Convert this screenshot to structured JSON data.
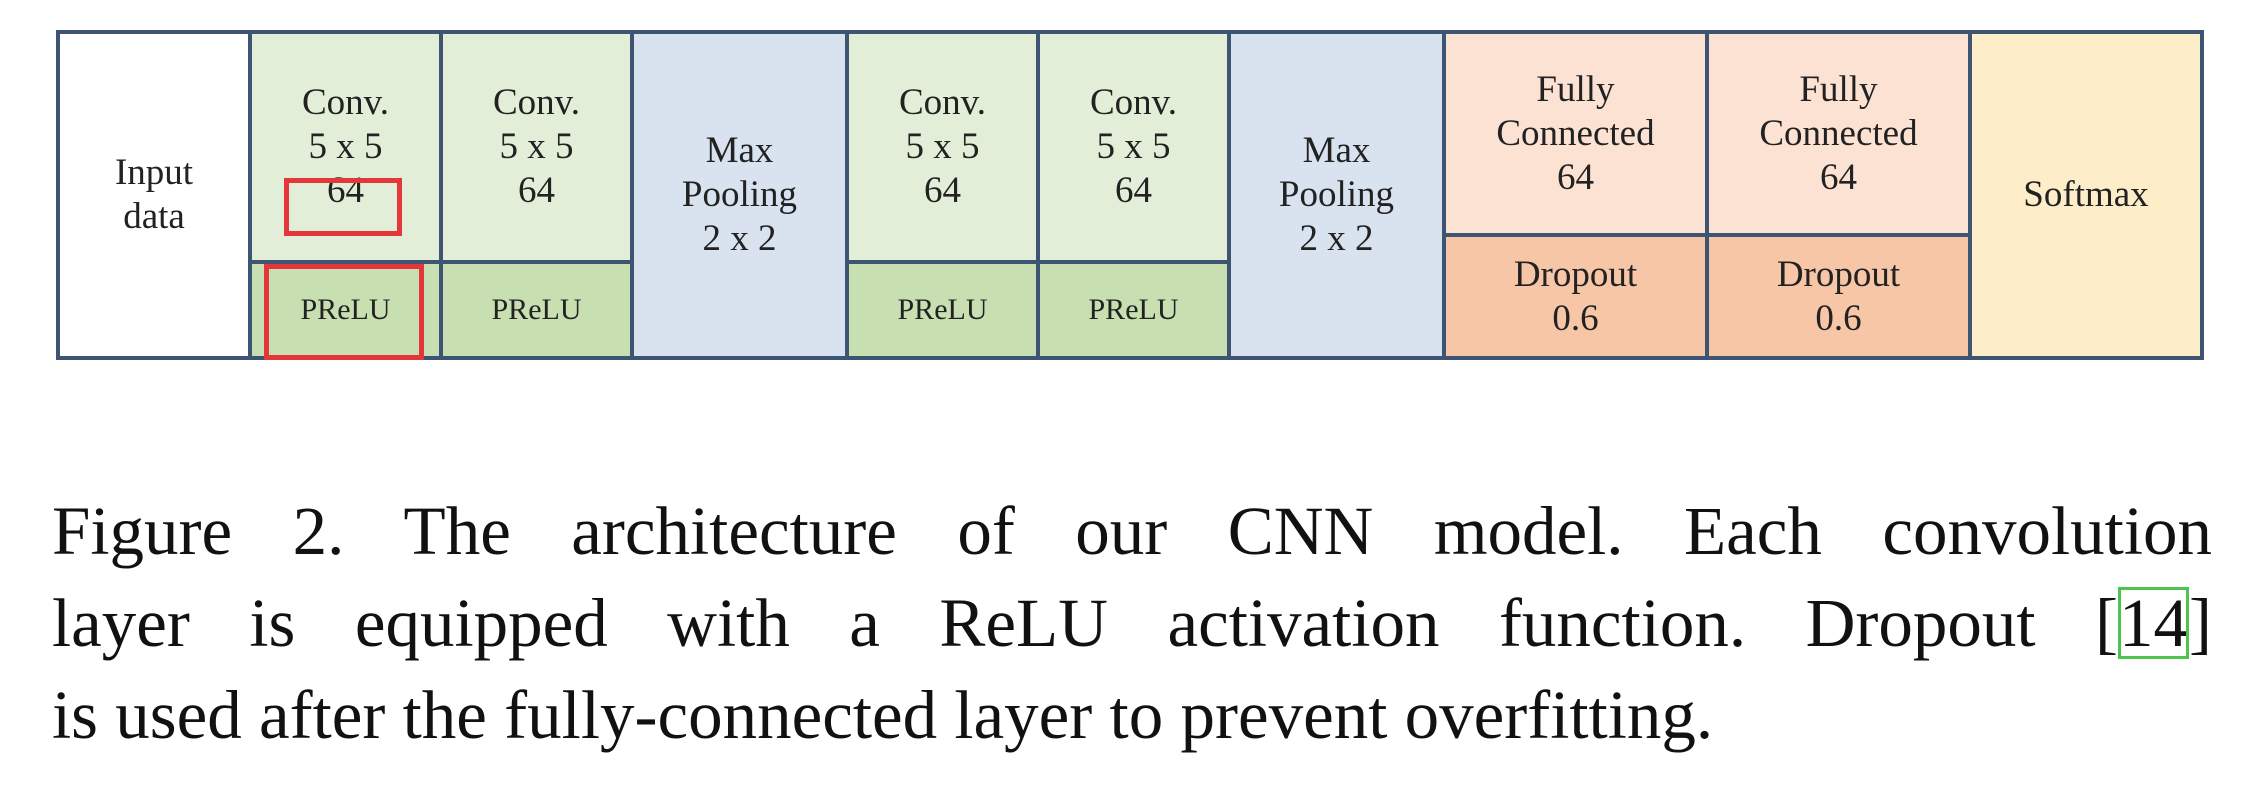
{
  "diagram": {
    "input": [
      "Input",
      "data"
    ],
    "conv1": {
      "lines": [
        "Conv.",
        "5 x 5",
        "64"
      ],
      "activation": "PReLU"
    },
    "conv2": {
      "lines": [
        "Conv.",
        "5 x 5",
        "64"
      ],
      "activation": "PReLU"
    },
    "pool1": [
      "Max",
      "Pooling",
      "2 x 2"
    ],
    "conv3": {
      "lines": [
        "Conv.",
        "5 x 5",
        "64"
      ],
      "activation": "PReLU"
    },
    "conv4": {
      "lines": [
        "Conv.",
        "5 x 5",
        "64"
      ],
      "activation": "PReLU"
    },
    "pool2": [
      "Max",
      "Pooling",
      "2 x 2"
    ],
    "fc1": {
      "lines": [
        "Fully",
        "Connected",
        "64"
      ],
      "dropout": [
        "Dropout",
        "0.6"
      ]
    },
    "fc2": {
      "lines": [
        "Fully",
        "Connected",
        "64"
      ],
      "dropout": [
        "Dropout",
        "0.6"
      ]
    },
    "softmax": "Softmax",
    "colors": {
      "border": "#3d5573",
      "conv": "#e3eed9",
      "relu": "#c8dfb2",
      "pool": "#d9e3f0",
      "fc": "#fbe2d3",
      "dropout": "#f6c6a6",
      "softmax": "#fdedc8",
      "highlight": "#e4373c"
    }
  },
  "caption": {
    "line1": "Figure 2. The architecture of our CNN model.  Each convolution",
    "line2_pre": "layer is equipped with a ReLU activation function.  Dropout [",
    "line2_cite": "14",
    "line2_post": "]",
    "line3": "is used after the fully-connected layer to prevent overfitting.",
    "cite_color": "#4fc34f"
  }
}
